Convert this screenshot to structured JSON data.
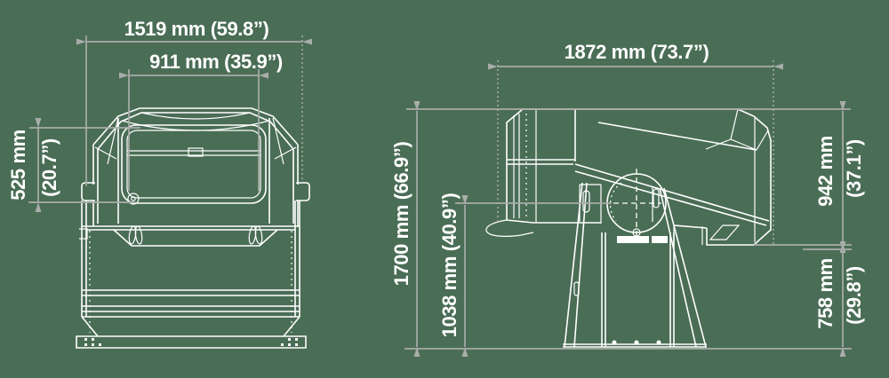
{
  "drawing": {
    "type": "technical-dimension-drawing",
    "views": {
      "front": {
        "overall_width": {
          "label": "1519 mm (59.8”)"
        },
        "aperture_width": {
          "label": "911 mm (35.9”)"
        },
        "aperture_height": {
          "mm": "525 mm",
          "inch": "(20.7”)"
        }
      },
      "side": {
        "overall_length": {
          "label": "1872 mm (73.7”)"
        },
        "overall_height": {
          "label": "1700 mm (66.9”)"
        },
        "axis_height": {
          "label": "1038 mm (40.9”)"
        },
        "upper_height": {
          "mm": "942 mm",
          "inch": "(37.1”)"
        },
        "lower_height": {
          "mm": "758 mm",
          "inch": "(29.8”)"
        }
      }
    },
    "colors": {
      "background": "#4a6d55",
      "drawing_lines": "#ffffff",
      "dimension_lines": "#a9ada9",
      "text": "#ffffff"
    }
  }
}
